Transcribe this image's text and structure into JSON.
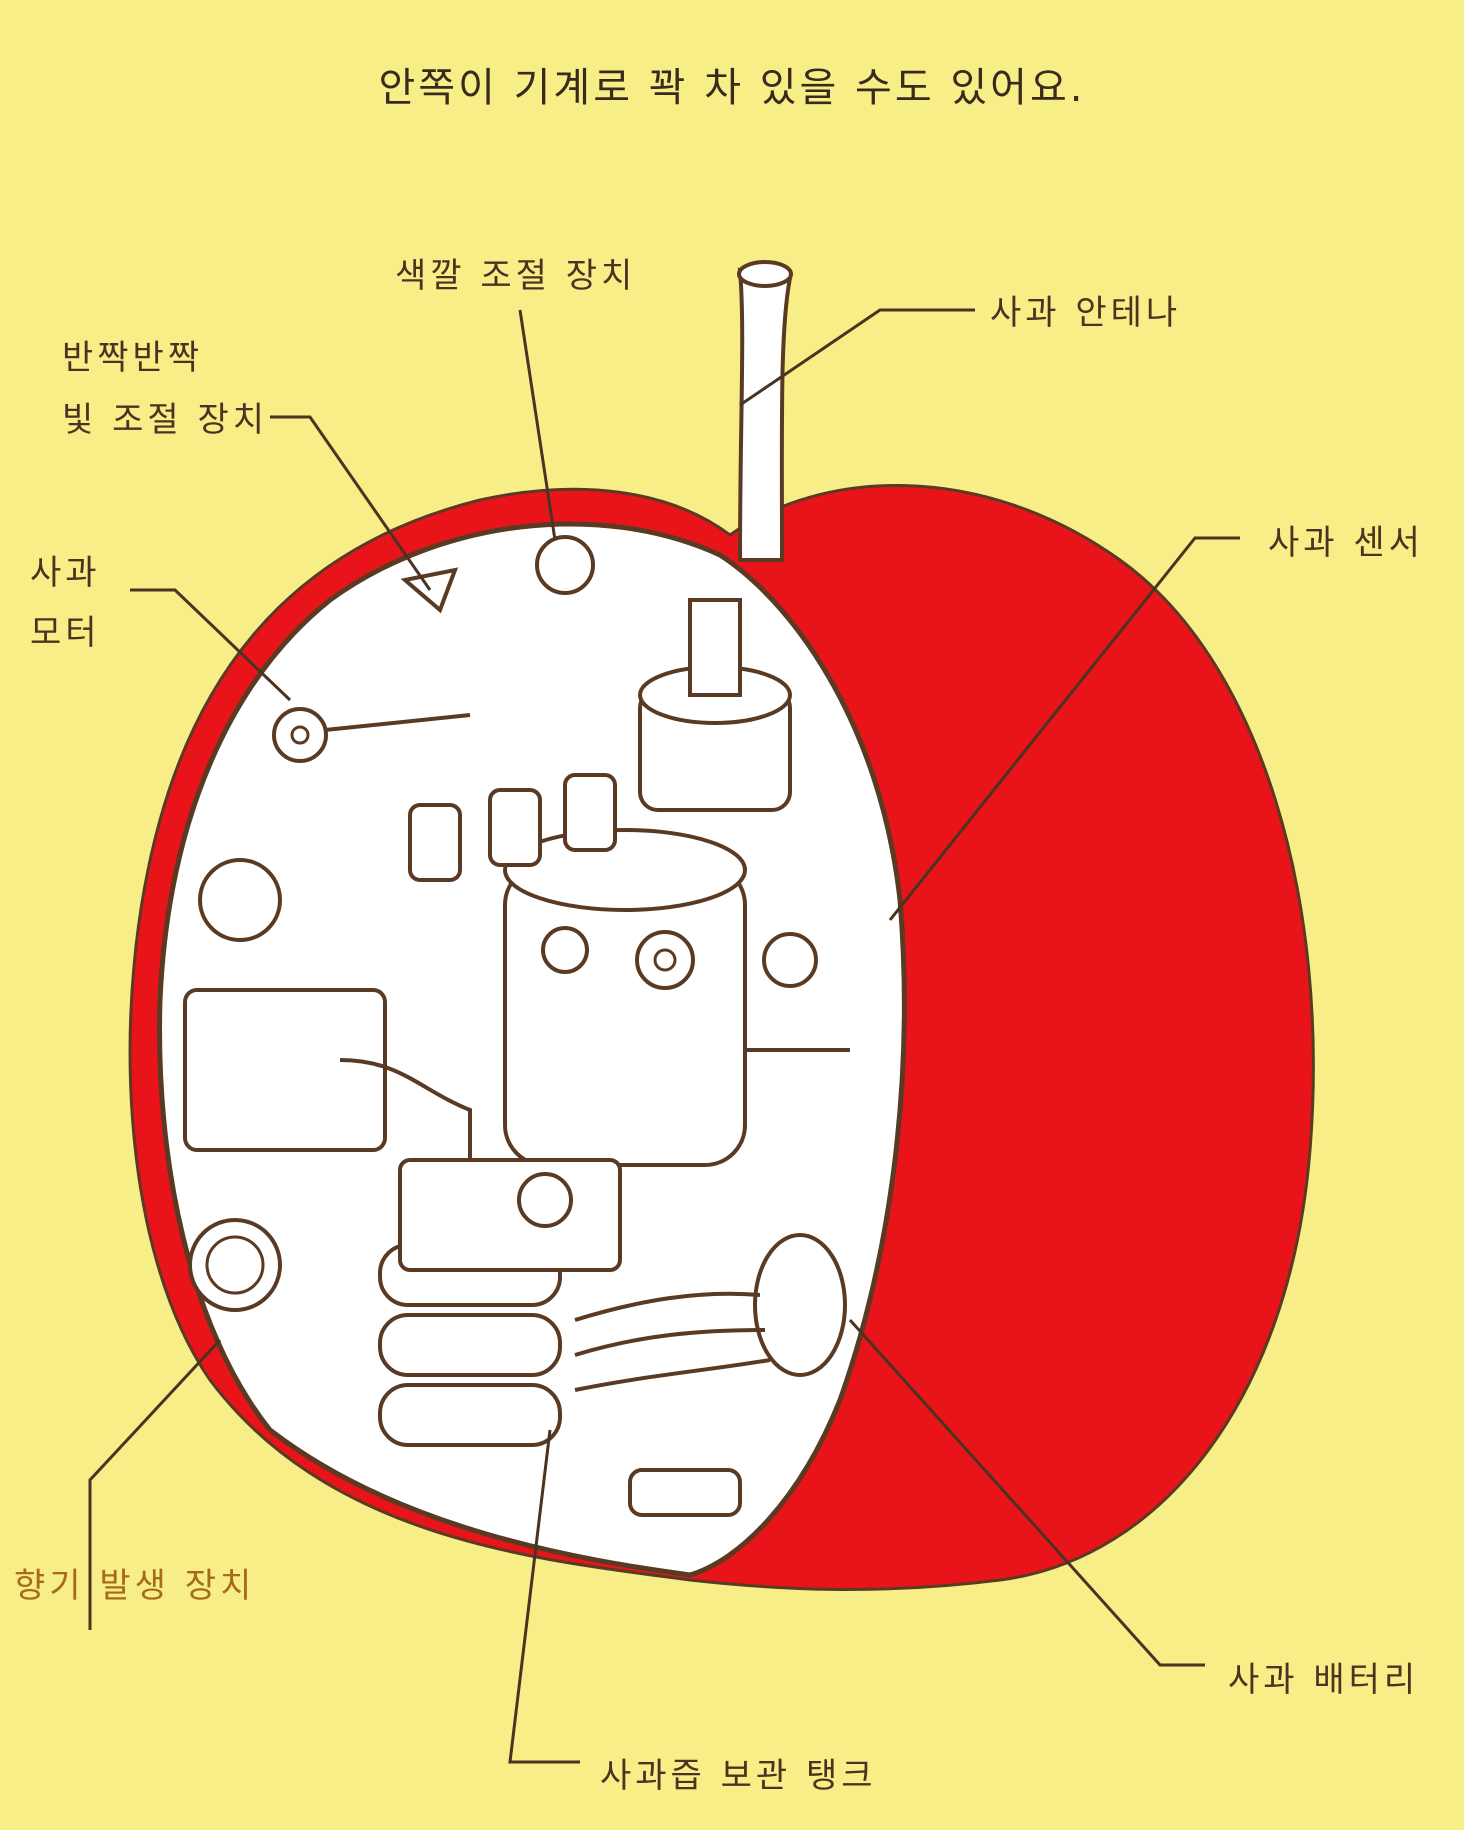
{
  "title": "안쪽이 기계로 꽉 차 있을 수도 있어요.",
  "labels": {
    "color_control": "색깔 조절 장치",
    "antenna": "사과 안테나",
    "shine_line1": "반짝반짝",
    "shine_line2": "빛 조절 장치",
    "motor_line1": "사과",
    "motor_line2": "모터",
    "sensor": "사과 센서",
    "fragrance": "향기 발생 장치",
    "battery": "사과 배터리",
    "juice_tank": "사과즙 보관 탱크"
  },
  "colors": {
    "background": "#f7ee88",
    "apple_red": "#e8141a",
    "outline": "#5a3a22",
    "machine_white": "#ffffff"
  }
}
